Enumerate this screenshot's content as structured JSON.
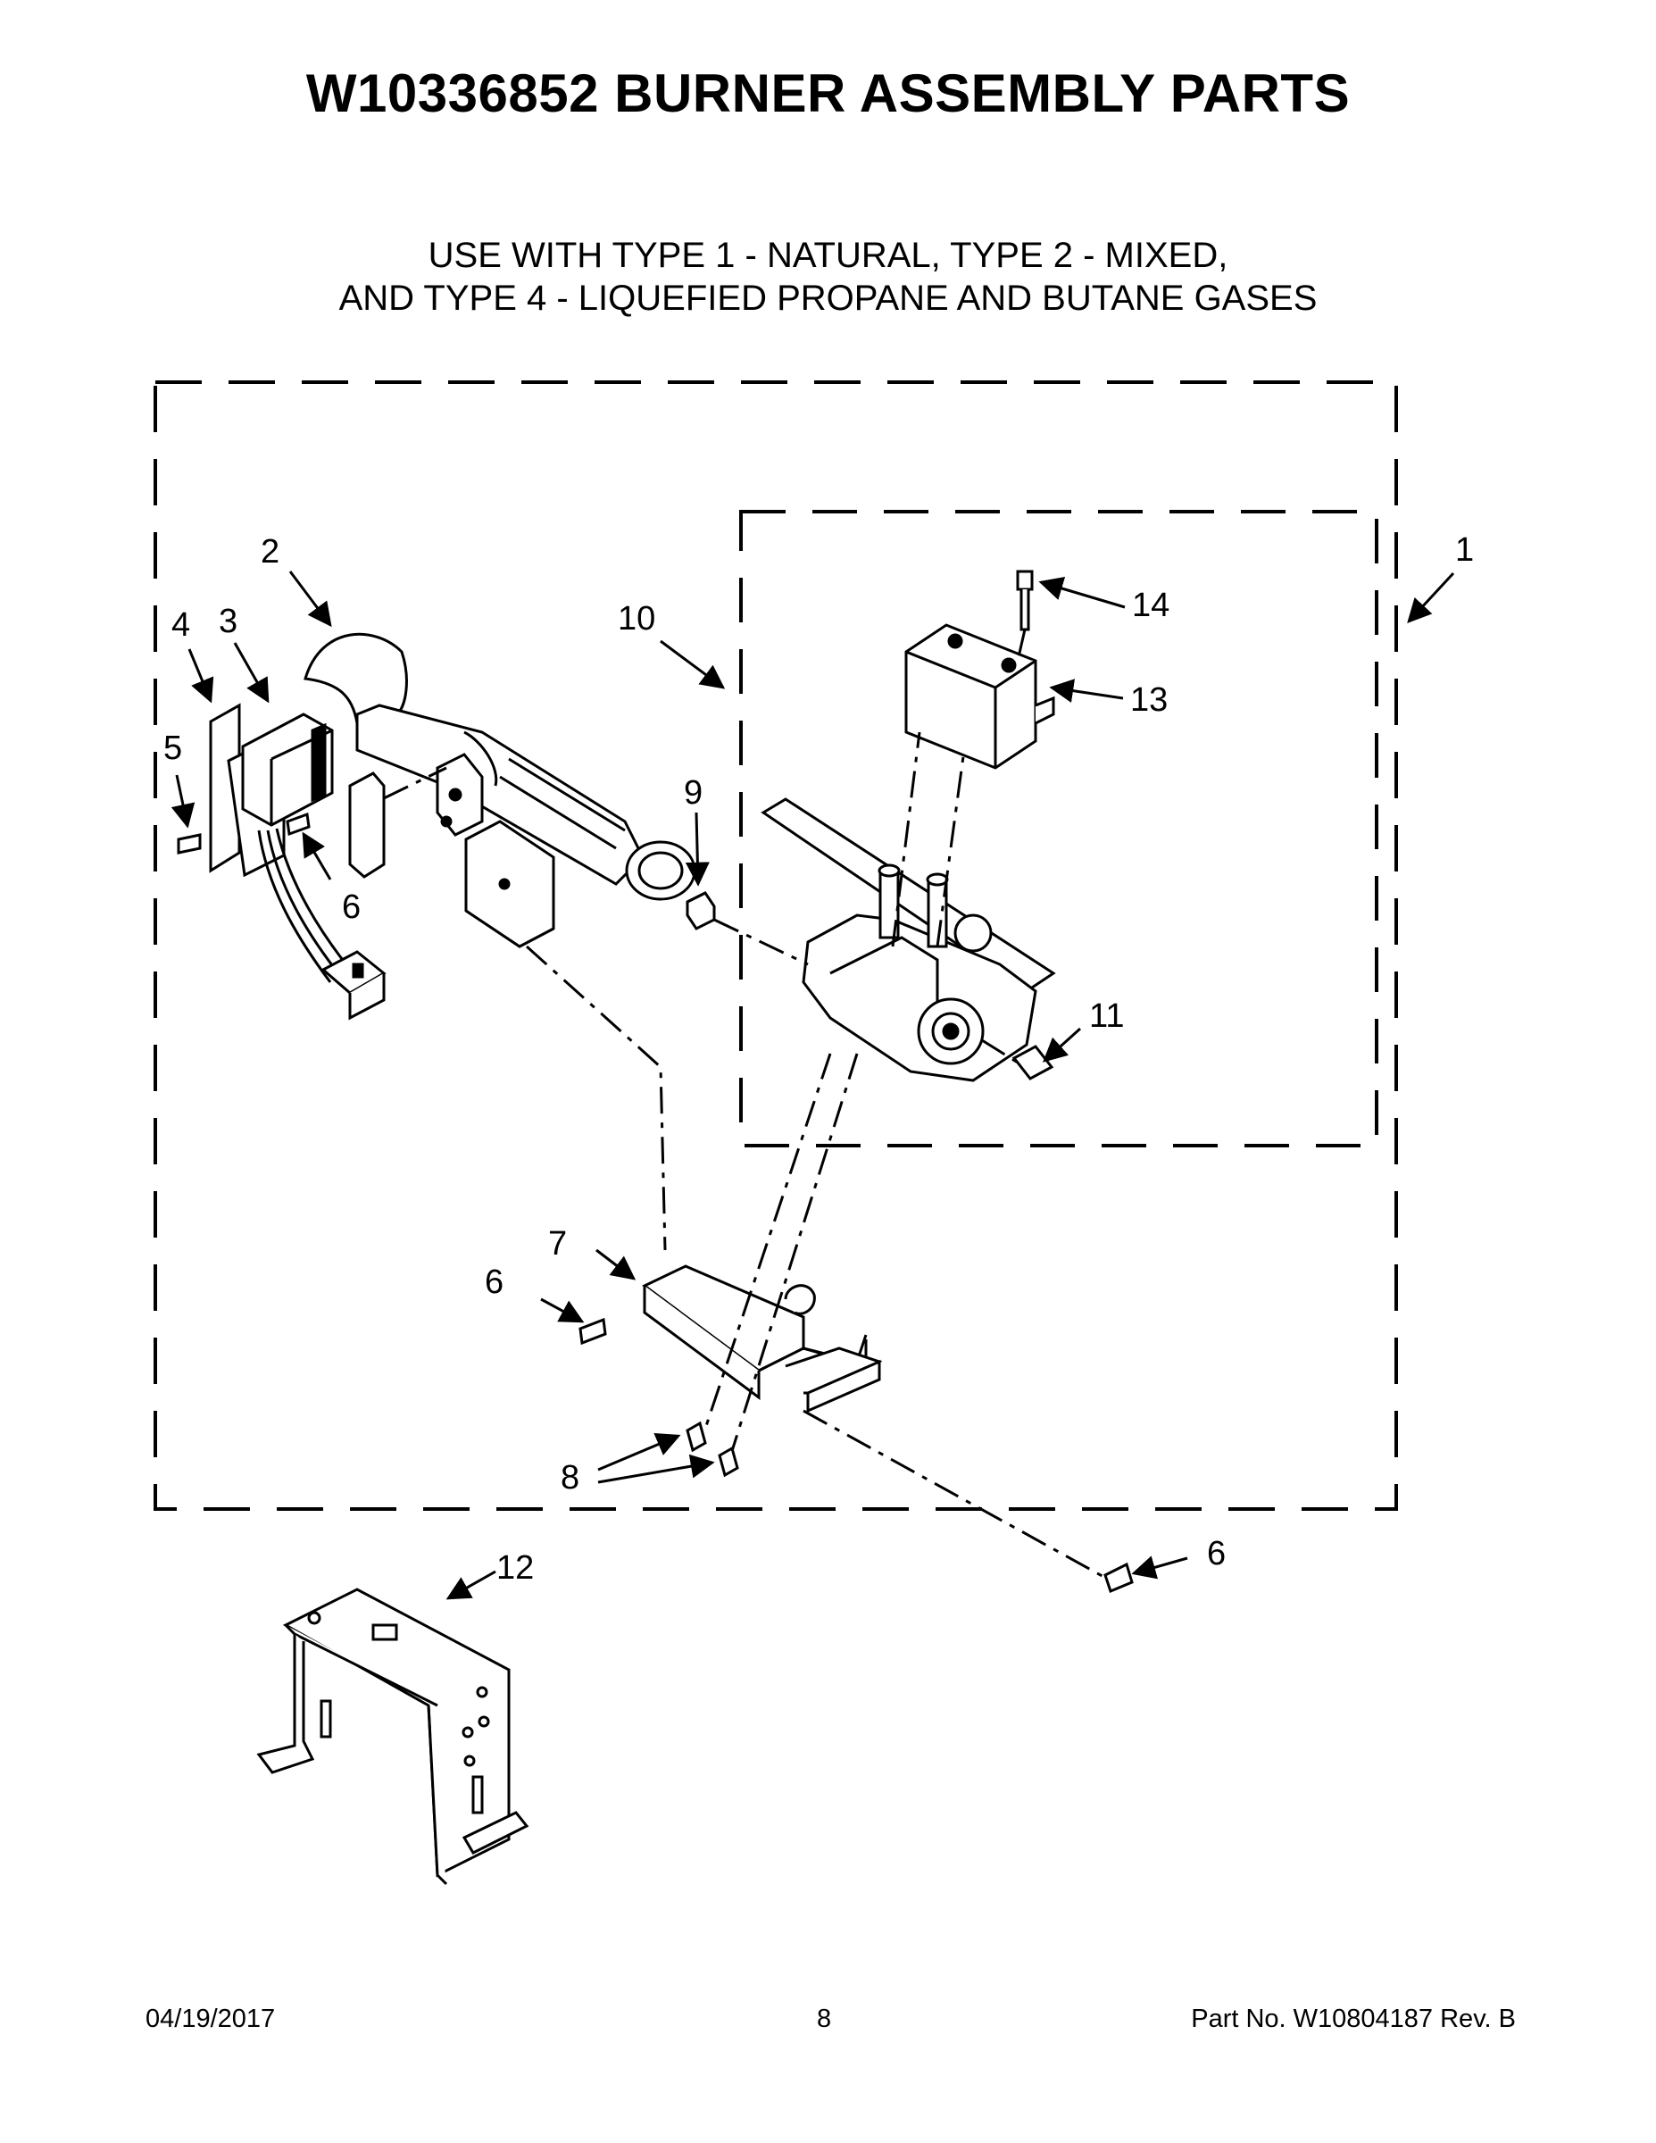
{
  "title": "W10336852 BURNER ASSEMBLY PARTS",
  "subtitle": {
    "line1": "USE WITH TYPE 1 - NATURAL, TYPE 2 - MIXED,",
    "line2": "AND TYPE 4 - LIQUEFIED PROPANE AND BUTANE GASES"
  },
  "callouts": {
    "c1": "1",
    "c2": "2",
    "c3": "3",
    "c4": "4",
    "c5": "5",
    "c6a": "6",
    "c6b": "6",
    "c6c": "6",
    "c7": "7",
    "c8": "8",
    "c9": "9",
    "c10": "10",
    "c11": "11",
    "c12": "12",
    "c13": "13",
    "c14": "14"
  },
  "footer": {
    "date": "04/19/2017",
    "page": "8",
    "part_no": "Part No.  W10804187  Rev.  B"
  }
}
